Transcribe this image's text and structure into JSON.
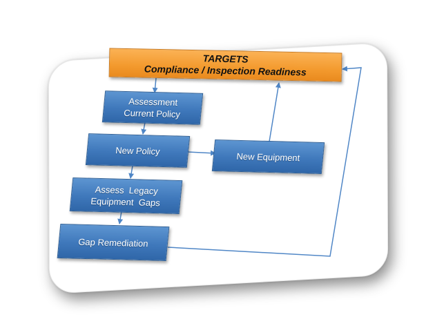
{
  "diagram": {
    "targets": {
      "line1": "TARGETS",
      "line2": "Compliance / Inspection Readiness"
    },
    "assessment": {
      "line1": "Assessment",
      "line2": "Current Policy"
    },
    "new_policy": {
      "label": "New Policy"
    },
    "new_equipment": {
      "label": "New Equipment"
    },
    "assess_legacy": {
      "line1": "Assess  Legacy",
      "line2": "Equipment  Gaps"
    },
    "gap_remediation": {
      "label": "Gap Remediation"
    }
  },
  "colors": {
    "accent_orange": "#f39a2e",
    "box_blue": "#3f78bb",
    "connector": "#4f86c6"
  }
}
